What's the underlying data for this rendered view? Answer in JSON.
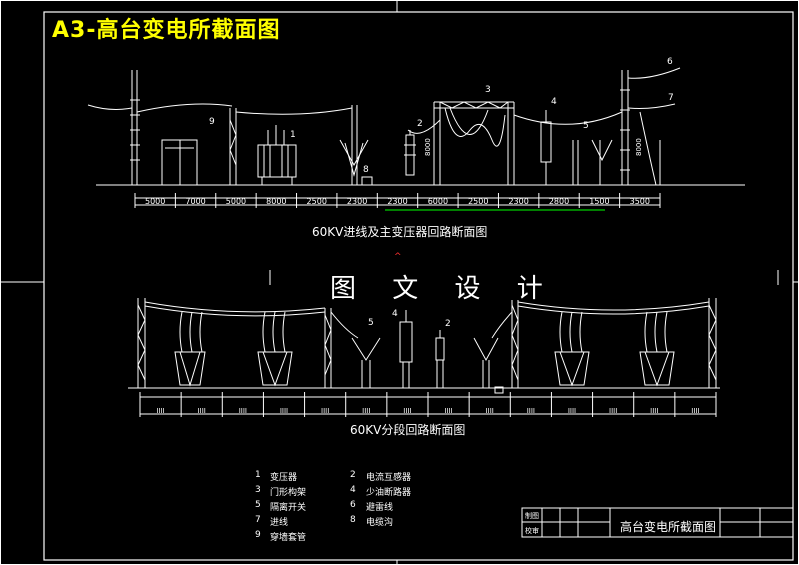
{
  "title": "A3-高台变电所截面图",
  "center_mark": "^",
  "watermark": "图 文 设 计",
  "section1": {
    "caption": "60KV进线及主变压器回路断面图",
    "dims": [
      "5000",
      "7000",
      "5000",
      "8000",
      "2500",
      "2300",
      "2300",
      "6000",
      "2500",
      "2300",
      "2800",
      "1500",
      "3500"
    ],
    "callouts": [
      "1",
      "9",
      "8",
      "3",
      "2",
      "4",
      "5",
      "6",
      "7"
    ],
    "vertical_labels": [
      "8000",
      "8000"
    ]
  },
  "section2": {
    "caption": "60KV分段回路断面图",
    "dims": [
      "IIII",
      "IIII",
      "IIII",
      "IIII",
      "IIII",
      "IIII",
      "IIII",
      "IIII",
      "IIII",
      "IIII",
      "IIII",
      "IIII",
      "IIII",
      "IIII"
    ],
    "callouts": [
      "5",
      "4",
      "2"
    ]
  },
  "legend": [
    {
      "num": "1",
      "label": "变压器"
    },
    {
      "num": "2",
      "label": "电流互感器"
    },
    {
      "num": "3",
      "label": "门形构架"
    },
    {
      "num": "4",
      "label": "少油断路器"
    },
    {
      "num": "5",
      "label": "隔离开关"
    },
    {
      "num": "6",
      "label": "避雷线"
    },
    {
      "num": "7",
      "label": "进线"
    },
    {
      "num": "8",
      "label": "电缆沟"
    },
    {
      "num": "9",
      "label": "穿墙套管"
    }
  ],
  "title_block": {
    "row1": "制图",
    "row2": "校审",
    "drawing_title": "高台变电所截面图"
  }
}
